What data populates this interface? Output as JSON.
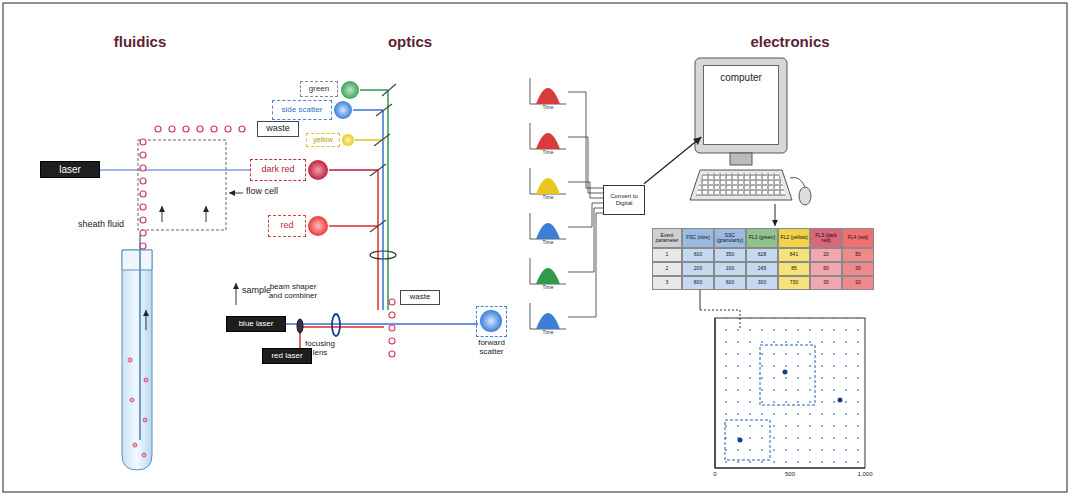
{
  "diagram": {
    "nodes": [
      {
        "text": [
          "laser"
        ]
      },
      {
        "text": [
          "waste"
        ]
      },
      {
        "text": [
          "green"
        ]
      },
      {
        "text": [
          "side scatter"
        ]
      },
      {
        "text": [
          "yellow"
        ]
      },
      {
        "text": [
          "dark red"
        ]
      },
      {
        "text": [
          "red"
        ]
      },
      {
        "text": [
          "blue laser"
        ]
      },
      {
        "text": [
          "red laser"
        ]
      },
      {
        "text": [
          "waste"
        ]
      },
      {
        "text": [
          "forward scatter"
        ]
      },
      {
        "text": [
          "Convert to Digital"
        ]
      },
      {
        "text": [
          "computer"
        ]
      }
    ],
    "edges": [
      {
        "from": 11,
        "to": 12,
        "arrow": "to"
      }
    ],
    "labels": [
      "fluidics",
      "optics",
      "electronics",
      "flow cell",
      "sheath fluid",
      "sample",
      "beam shaper and combiner",
      "focusing lens",
      "Time",
      "Time",
      "Time",
      "Time",
      "Time",
      "Time",
      "Event parameter",
      "FSC (size)",
      "SSC (granularity)",
      "FL1 (green)",
      "FL2 (yellow)",
      "FL3 (dark red)",
      "FL4 (red)",
      "1",
      "600",
      "350",
      "628",
      "841",
      "20",
      "50",
      "2",
      "200",
      "100",
      "245",
      "85",
      "60",
      "30",
      "3",
      "800",
      "600",
      "300",
      "730",
      "30",
      "20",
      "0",
      "500",
      "1,000"
    ]
  }
}
